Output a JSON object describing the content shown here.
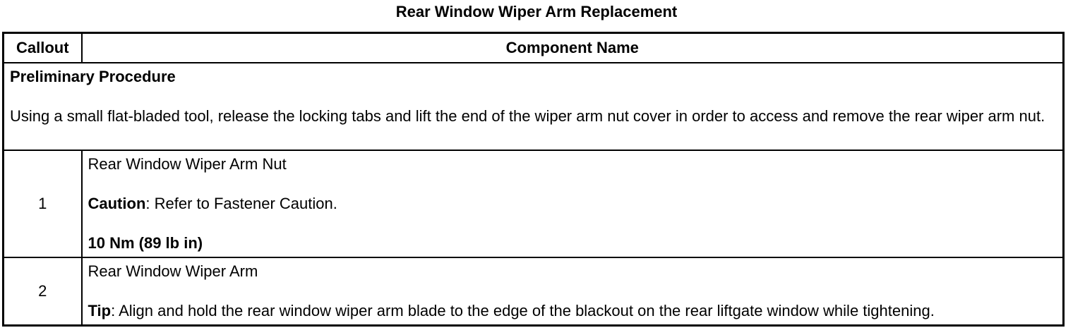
{
  "page": {
    "title": "Rear Window Wiper Arm Replacement"
  },
  "colors": {
    "background": "#ffffff",
    "text": "#000000",
    "border": "#000000"
  },
  "table": {
    "headers": {
      "callout": "Callout",
      "component": "Component Name"
    },
    "preliminary": {
      "heading": "Preliminary Procedure",
      "body": "Using a small flat-bladed tool, release the locking tabs and lift the end of the wiper arm nut cover in order to access and remove the rear wiper arm nut."
    },
    "rows": [
      {
        "callout": "1",
        "name": "Rear Window Wiper Arm Nut",
        "note_label": "Caution",
        "note_text": ": Refer to Fastener Caution.",
        "torque": "10 Nm (89 lb in)"
      },
      {
        "callout": "2",
        "name": "Rear Window Wiper Arm",
        "note_label": "Tip",
        "note_text": ": Align and hold the rear window wiper arm blade to the edge of the blackout on the rear liftgate window while tightening."
      }
    ]
  }
}
